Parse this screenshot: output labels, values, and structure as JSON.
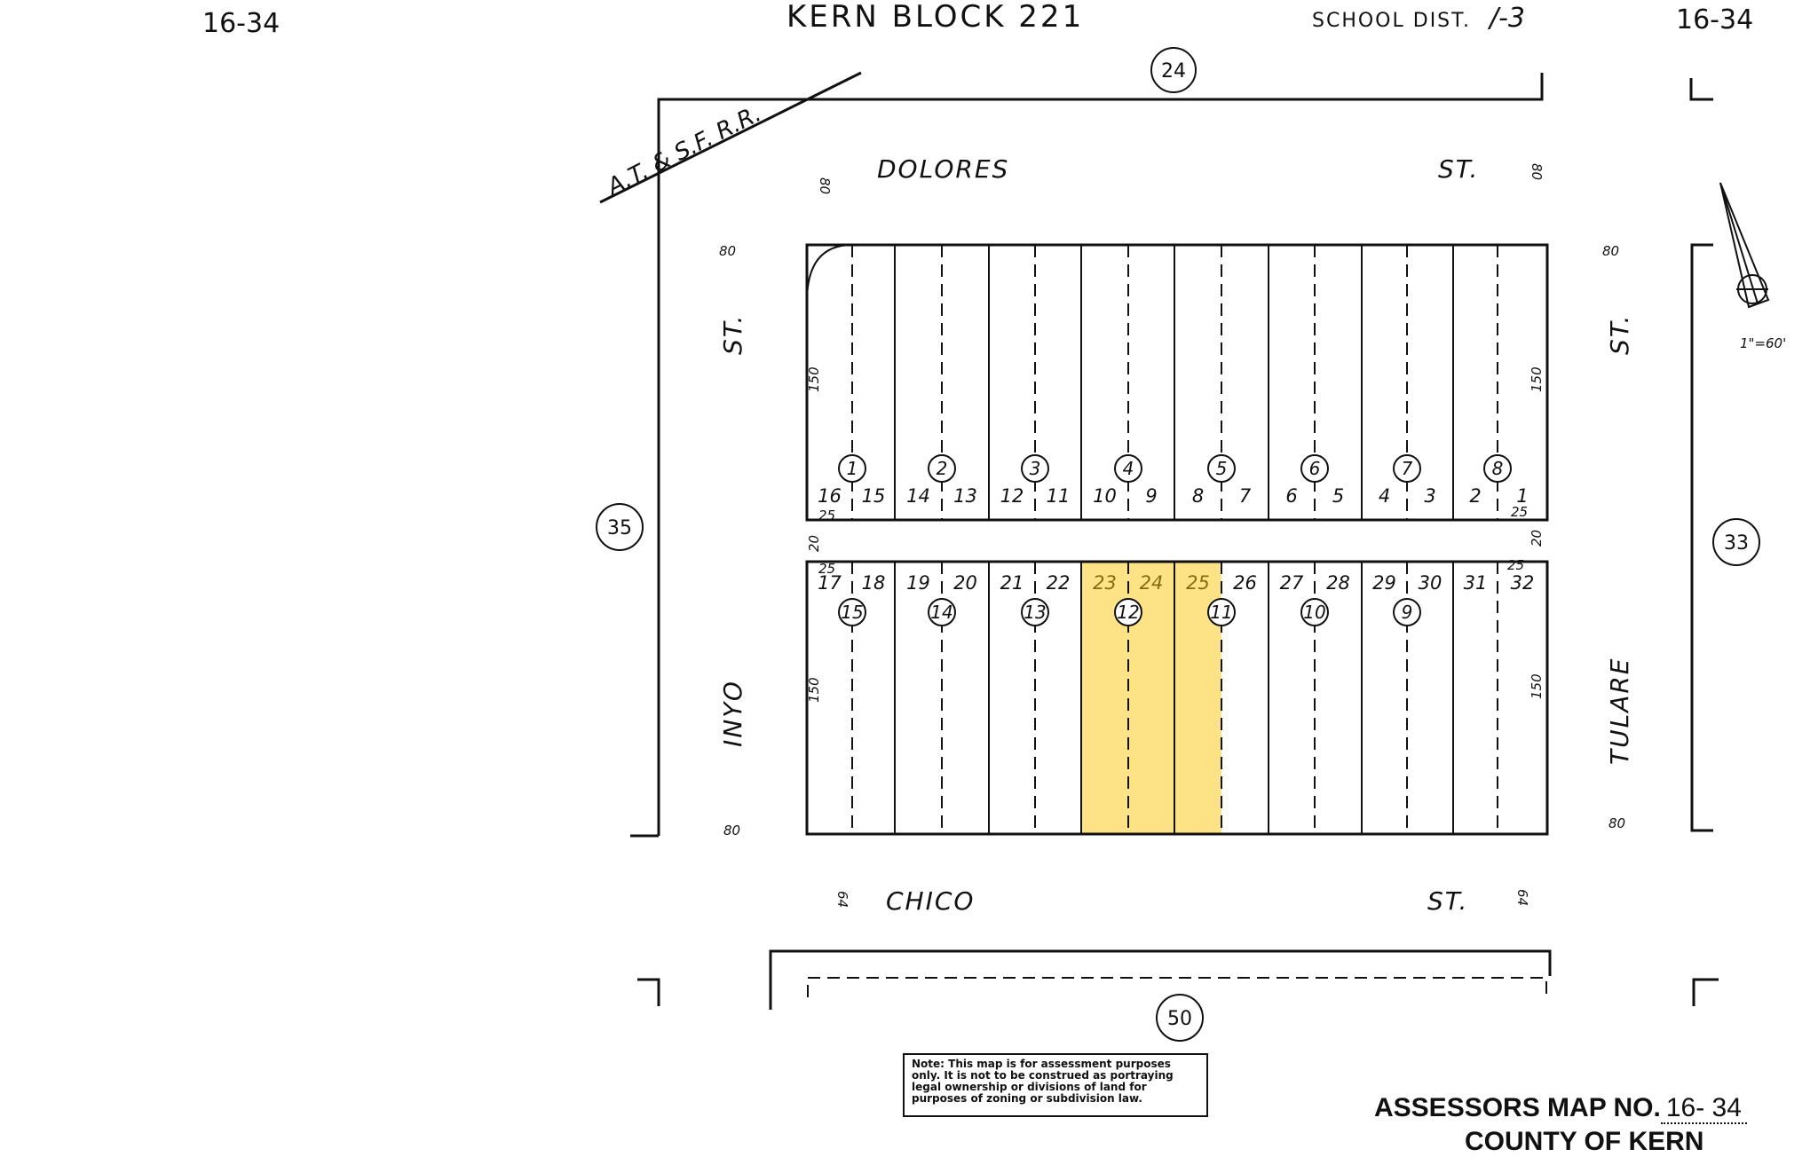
{
  "header": {
    "map_left": "16-34",
    "title": "KERN  BLOCK 221",
    "school_label": "SCHOOL  DIST.",
    "school_value": "/-3",
    "map_right": "16-34"
  },
  "rail_label": "A.T. & S.F. R.R.",
  "streets": {
    "top_name": "DOLORES",
    "top_suffix": "ST.",
    "bottom_name": "CHICO",
    "bottom_suffix": "ST.",
    "left_name": "INYO",
    "left_suffix": "ST.",
    "right_name": "TULARE",
    "right_suffix": "ST."
  },
  "adjacent_blocks": {
    "top": "24",
    "left": "35",
    "right": "33",
    "bottom": "50"
  },
  "scale": "1\"=60'",
  "dimensions": {
    "dolores_width_left": "80",
    "dolores_width_right": "80",
    "inyo_top": "80",
    "inyo_bottom": "80",
    "tulare_top": "80",
    "tulare_bottom": "80",
    "north_depth_left": "150",
    "north_depth_right": "150",
    "south_depth_left": "150",
    "south_depth_right": "150",
    "alley_left": "20",
    "alley_right": "20",
    "corner_nw": "25",
    "corner_ne": "25",
    "corner_sw": "25",
    "corner_se": "25",
    "chico_width_left": "64",
    "chico_width_right": "64"
  },
  "north_lots": [
    "16",
    "15",
    "14",
    "13",
    "12",
    "11",
    "10",
    "9",
    "8",
    "7",
    "6",
    "5",
    "4",
    "3",
    "2",
    "1"
  ],
  "south_lots": [
    "17",
    "18",
    "19",
    "20",
    "21",
    "22",
    "23",
    "24",
    "25",
    "26",
    "27",
    "28",
    "29",
    "30",
    "31",
    "32"
  ],
  "north_parcels": [
    "1",
    "2",
    "3",
    "4",
    "5",
    "6",
    "7",
    "8"
  ],
  "south_parcels": [
    "15",
    "14",
    "13",
    "12",
    "11",
    "10",
    "9"
  ],
  "highlight": {
    "lots": [
      "23",
      "24",
      "25"
    ],
    "parcel": "12",
    "color": "#fde385"
  },
  "note": "Note: This map is for assessment purposes only. It is not to be construed as portraying legal ownership or divisions of land for purposes of zoning or subdivision law.",
  "footer": {
    "map_label": "ASSESSORS MAP NO.",
    "map_number": "16- 34",
    "county": "COUNTY OF KERN"
  }
}
